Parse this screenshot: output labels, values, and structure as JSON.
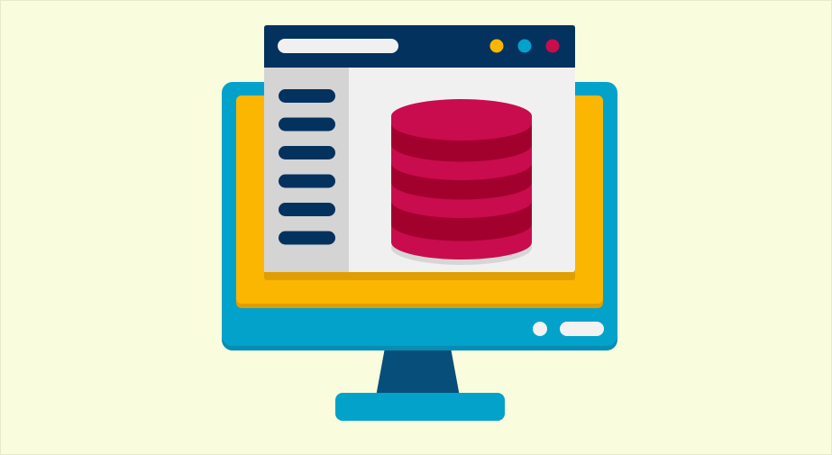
{
  "illustration": {
    "subject": "computer-monitor-with-database-window",
    "colors": {
      "background": "#FAFDDD",
      "frame_border": "#E8EACB",
      "monitor_body": "#02A2CB",
      "monitor_shadow": "#078DB3",
      "screen": "#FBB601",
      "screen_shadow": "#E19E00",
      "stand_neck": "#084E7A",
      "stand_base": "#02A2CB",
      "indicator": "#F2F2F2",
      "window_titlebar": "#04325E",
      "window_body": "#F0F0F0",
      "window_sidebar": "#D4D4D4",
      "menu_bar": "#04325E",
      "address_bar": "#F0F0F0",
      "dot_yellow": "#FBB601",
      "dot_blue": "#02A2CB",
      "dot_red": "#C90C4E",
      "database_light": "#C90C4E",
      "database_dark": "#A2012E",
      "database_shadow": "#D6D6D6"
    },
    "icons": {
      "monitor": "monitor-icon",
      "window": "app-window-icon",
      "database": "database-icon"
    },
    "window_controls": [
      "dot-yellow",
      "dot-blue",
      "dot-red"
    ],
    "sidebar_item_count": 6,
    "database_layers": 3
  }
}
